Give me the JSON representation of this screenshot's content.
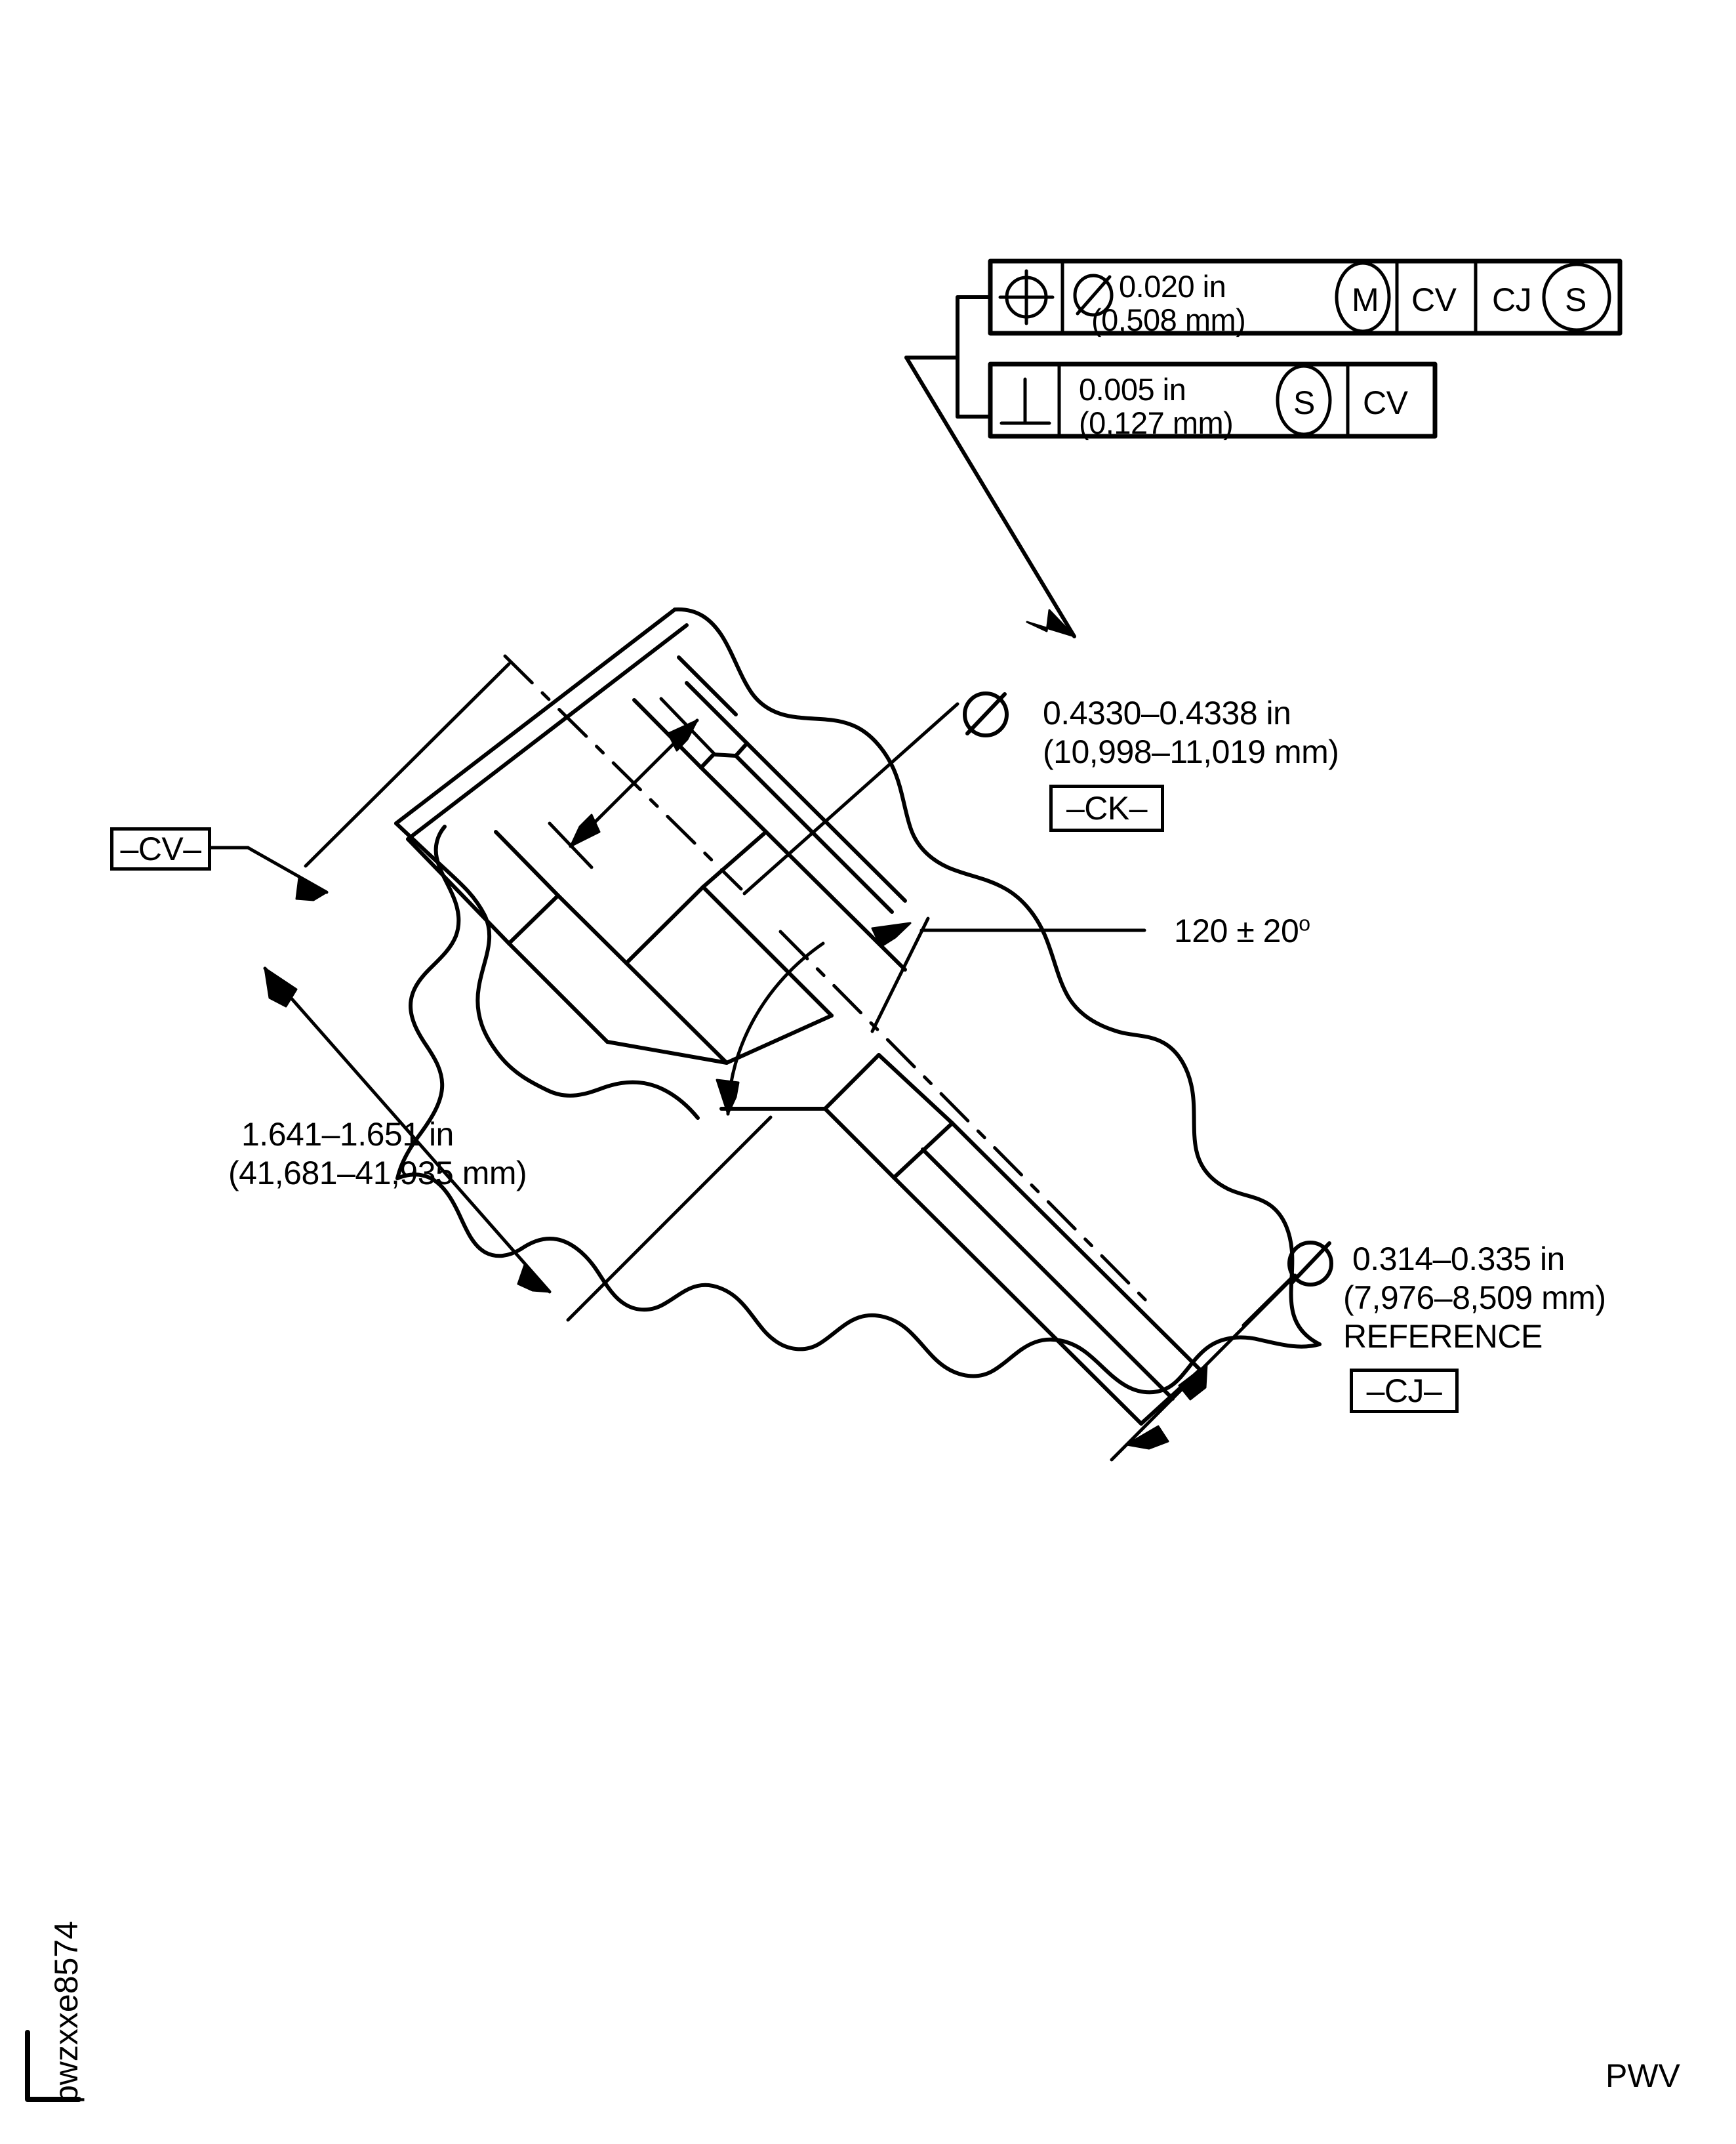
{
  "sheet": {
    "figure_id": "pwzxxe8574",
    "sheet_code": "PWV"
  },
  "feature_control_frames": [
    {
      "name": "position-frame",
      "symbol_name": "true-position-icon",
      "tolerance_diameter_symbol": "⌀",
      "tolerance_line1": "0.020 in",
      "tolerance_line2": "(0,508 mm)",
      "material_modifier": "M",
      "datums": [
        "CV",
        "CJ"
      ],
      "datum_modifier": "S"
    },
    {
      "name": "perpendicularity-frame",
      "symbol_name": "perpendicularity-icon",
      "tolerance_line1": "0.005 in",
      "tolerance_line2": "(0,127 mm)",
      "material_modifier": "S",
      "datums": [
        "CV"
      ]
    }
  ],
  "callouts": {
    "diameter_upper": {
      "name": "diameter-upper-callout",
      "symbol": "⌀",
      "line1": "0.4330–0.4338 in",
      "line2": "(10,998–11,019 mm)",
      "datum_label": "–CK–"
    },
    "angle": {
      "name": "angle-callout",
      "text": "120 ± 20",
      "unit": "o"
    },
    "length_left": {
      "name": "length-callout",
      "line1": "1.641–1.651 in",
      "line2": "(41,681–41,935 mm)"
    },
    "diameter_lower": {
      "name": "diameter-lower-callout",
      "symbol": "⌀",
      "line1": "0.314–0.335 in",
      "line2": "(7,976–8,509 mm)",
      "line3": "REFERENCE",
      "datum_label": "–CJ–"
    },
    "datum_cv": {
      "name": "datum-cv-callout",
      "label": "–CV–"
    }
  },
  "colors": {
    "line": "#000000",
    "background": "#ffffff"
  }
}
